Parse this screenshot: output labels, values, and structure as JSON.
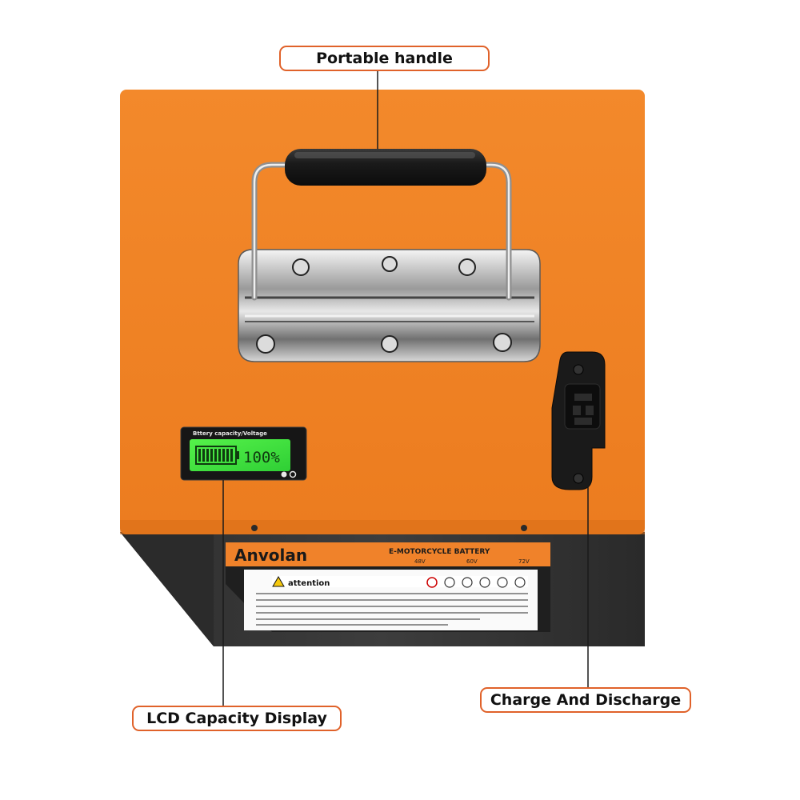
{
  "callouts": {
    "handle": "Portable handle",
    "lcd": "LCD Capacity Display",
    "charge": "Charge And Discharge"
  },
  "lcd": {
    "title": "Bttery capacity/Voltage",
    "reading": "100%",
    "level": 1.0
  },
  "label": {
    "brand": "Anvolan",
    "product": "E-MOTORCYCLE BATTERY",
    "voltages": [
      "48V",
      "60V",
      "72V"
    ],
    "attention": "attention"
  },
  "colors": {
    "orange": "#f08224",
    "dark_side": "#353535",
    "callout_border": "#e0622a",
    "lcd_green": "#3ee23e"
  }
}
